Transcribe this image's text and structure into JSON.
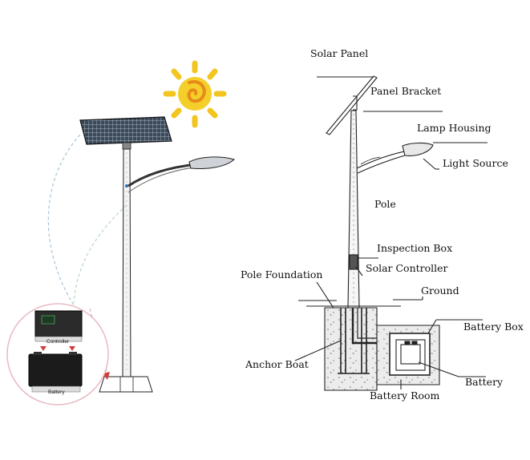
{
  "labels": {
    "solar_panel": "Solar Panel",
    "panel_bracket": "Panel Bracket",
    "lamp_housing": "Lamp Housing",
    "light_source": "Light Source",
    "pole": "Pole",
    "inspection_box": "Inspection Box",
    "solar_controller": "Solar Controller",
    "pole_foundation": "Pole Foundation",
    "ground": "Ground",
    "battery_box": "Battery Box",
    "anchor_boat": "Anchor Boat",
    "battery": "Battery",
    "battery_room": "Battery Room"
  },
  "inset": {
    "controller": "Controller",
    "battery": "Battery"
  },
  "colors": {
    "sun": "#f2c521",
    "sun_inner": "#e88a1a",
    "dashed_arrow_left": "#a7c4d6",
    "dashed_arrow_right": "#b9d6c4",
    "red_arrow": "#d43b3b",
    "inset_border": "#e9b9c2",
    "line": "#222222"
  }
}
